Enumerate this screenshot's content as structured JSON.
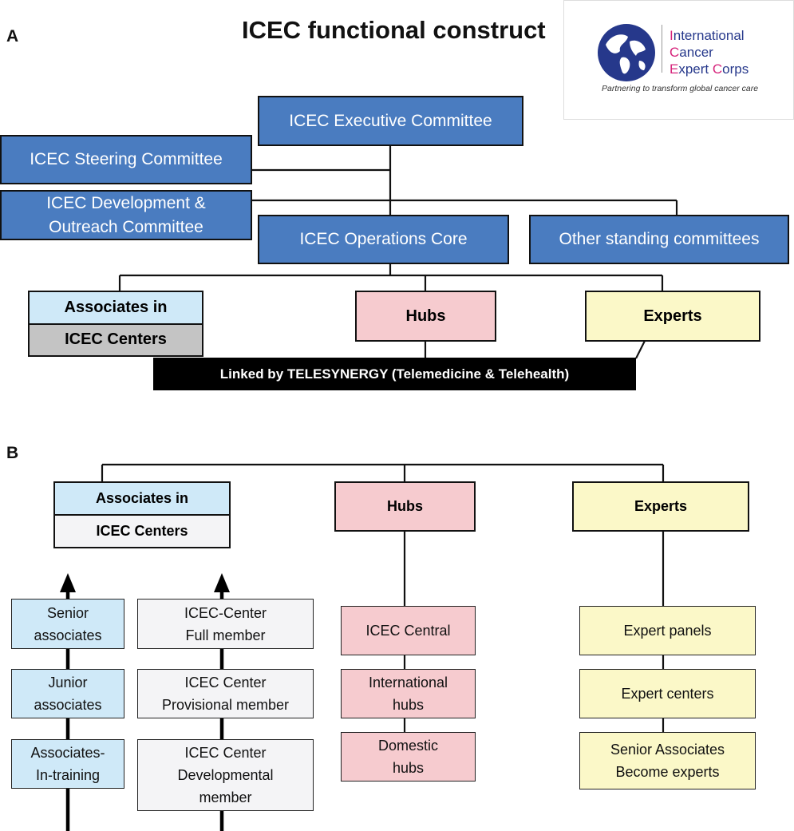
{
  "panel_a": {
    "label": "A",
    "title": "ICEC functional construct",
    "executive": "ICEC Executive Committee",
    "steering": "ICEC Steering Committee",
    "development_line1": "ICEC  Development &",
    "development_line2": "Outreach Committee",
    "operations": "ICEC Operations Core",
    "other": "Other standing committees",
    "associates_top": "Associates in",
    "associates_bottom": "ICEC Centers",
    "hubs": "Hubs",
    "experts": "Experts",
    "telesynergy": "Linked by TELESYNERGY (Telemedicine & Telehealth)"
  },
  "logo": {
    "line1_cap": "I",
    "line1_rest": "nternational",
    "line2_cap": "C",
    "line2_rest": "ancer",
    "line3_cap": "E",
    "line3_rest": "xpert ",
    "line3_cap2": "C",
    "line3_rest2": "orps",
    "tagline": "Partnering to transform global cancer care"
  },
  "panel_b": {
    "label": "B",
    "associates_top": "Associates in",
    "associates_bottom": "ICEC Centers",
    "hubs": "Hubs",
    "experts": "Experts",
    "assoc_levels": [
      {
        "line1": "Senior",
        "line2": "associates"
      },
      {
        "line1": "Junior",
        "line2": "associates"
      },
      {
        "line1": "Associates-",
        "line2": "In-training"
      }
    ],
    "center_levels": [
      {
        "line1": "ICEC-Center",
        "line2": "Full member"
      },
      {
        "line1": "ICEC Center",
        "line2": "Provisional member"
      },
      {
        "line1": "ICEC Center",
        "line2": "Developmental",
        "line3": "member"
      }
    ],
    "hub_items": [
      {
        "line1": "ICEC Central"
      },
      {
        "line1": "International",
        "line2": "hubs"
      },
      {
        "line1": "Domestic",
        "line2": "hubs"
      }
    ],
    "expert_items": [
      {
        "line1": "Expert panels"
      },
      {
        "line1": "Expert centers"
      },
      {
        "line1": "Senior Associates",
        "line2": "Become experts"
      }
    ]
  },
  "colors": {
    "committee_blue": "#4a7cc0",
    "associates_blue": "#cfe9f8",
    "hubs_pink": "#f6cbcf",
    "experts_yellow": "#fbf8c8",
    "centers_grey": "#c4c4c4",
    "logo_navy": "#26388b",
    "logo_magenta": "#d6247b"
  }
}
